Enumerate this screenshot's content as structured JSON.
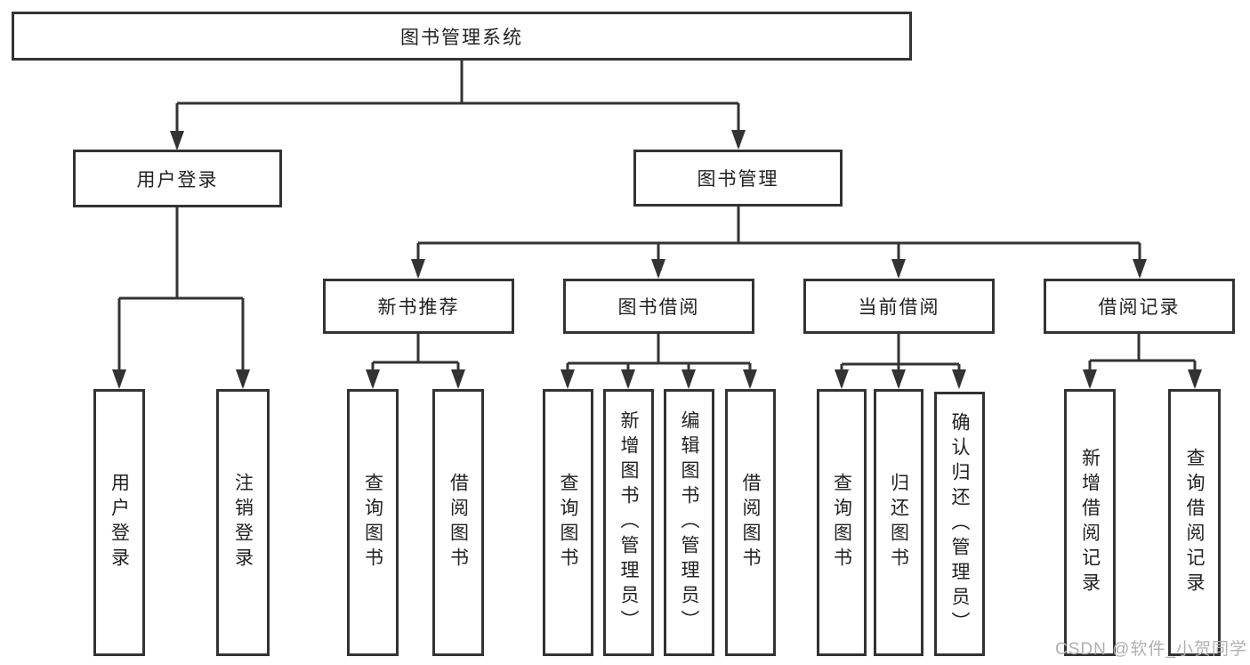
{
  "tree": {
    "root": {
      "label": "图书管理系统"
    },
    "level1": [
      {
        "label": "用户登录"
      },
      {
        "label": "图书管理"
      }
    ],
    "user_leaves": [
      {
        "label": "用户登录"
      },
      {
        "label": "注销登录"
      }
    ],
    "level2": [
      {
        "label": "新书推荐"
      },
      {
        "label": "图书借阅"
      },
      {
        "label": "当前借阅"
      },
      {
        "label": "借阅记录"
      }
    ],
    "new_book_leaves": [
      {
        "label": "查询图书"
      },
      {
        "label": "借阅图书"
      }
    ],
    "book_borrow_leaves": [
      {
        "label": "查询图书"
      },
      {
        "label": "新增图书（管理员）"
      },
      {
        "label": "编辑图书（管理员）"
      },
      {
        "label": "借阅图书"
      }
    ],
    "current_borrow_leaves": [
      {
        "label": "查询图书"
      },
      {
        "label": "归还图书"
      },
      {
        "label": "确认归还（管理员）"
      }
    ],
    "record_leaves": [
      {
        "label": "新增借阅记录"
      },
      {
        "label": "查询借阅记录"
      }
    ]
  },
  "watermark": {
    "text": "CSDN @软件_小贺同学"
  },
  "colors": {
    "line": "#333333",
    "box_border": "#333333",
    "text": "#222222",
    "watermark": "#b0b0b0",
    "background": "#ffffff"
  }
}
